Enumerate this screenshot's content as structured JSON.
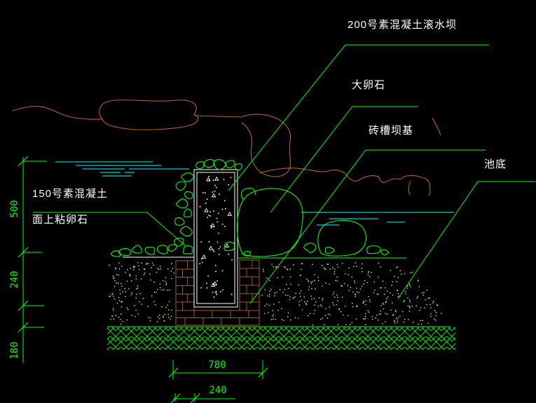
{
  "drawing": {
    "labels": {
      "dam": "200号素混凝土滚水坝",
      "big_cobble": "大卵石",
      "brick_base": "砖槽坝基",
      "pool_bottom": "池底",
      "concrete150_line1": "150号素混凝土",
      "concrete150_line2": "面上粘卵石"
    },
    "dimensions": {
      "left_500": "500",
      "left_240": "240",
      "left_180": "180",
      "bottom_780": "780",
      "bottom_240": "240"
    },
    "colors": {
      "line_green": "#00ff00",
      "water_cyan": "#00ffff",
      "contour_orange": "#b7641f",
      "brick_orange": "#a8581e",
      "soil_yellow": "#ffff00",
      "drawing_white": "#ffffff",
      "background": "#000000"
    }
  }
}
